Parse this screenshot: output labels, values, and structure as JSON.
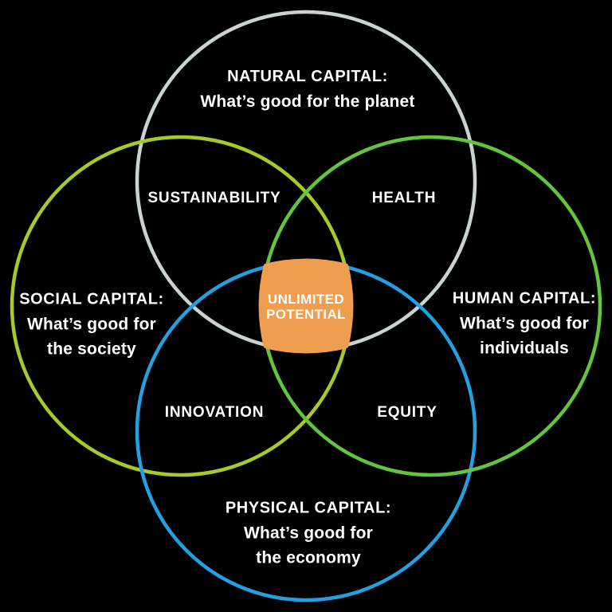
{
  "colors": {
    "background": "#000000",
    "text": "#FFFFFF",
    "natural_circle": "#C9D3D1",
    "social_circle": "#A6C92B",
    "human_circle": "#63C43D",
    "physical_circle": "#249FE0",
    "center_fill": "#EF9D4F"
  },
  "natural": {
    "title": "NATURAL CAPITAL:",
    "sub": "What’s good for the planet"
  },
  "social": {
    "title": "SOCIAL CAPITAL:",
    "sub1": "What’s good for",
    "sub2": "the society"
  },
  "human": {
    "title": "HUMAN CAPITAL:",
    "sub1": "What’s good for",
    "sub2": "individuals"
  },
  "physical": {
    "title": "PHYSICAL CAPITAL:",
    "sub1": "What’s good for",
    "sub2": "the economy"
  },
  "intersections": {
    "sustainability": "SUSTAINABILITY",
    "health": "HEALTH",
    "innovation": "INNOVATION",
    "equity": "EQUITY"
  },
  "center": {
    "line1": "UNLIMITED",
    "line2": "POTENTIAL"
  }
}
